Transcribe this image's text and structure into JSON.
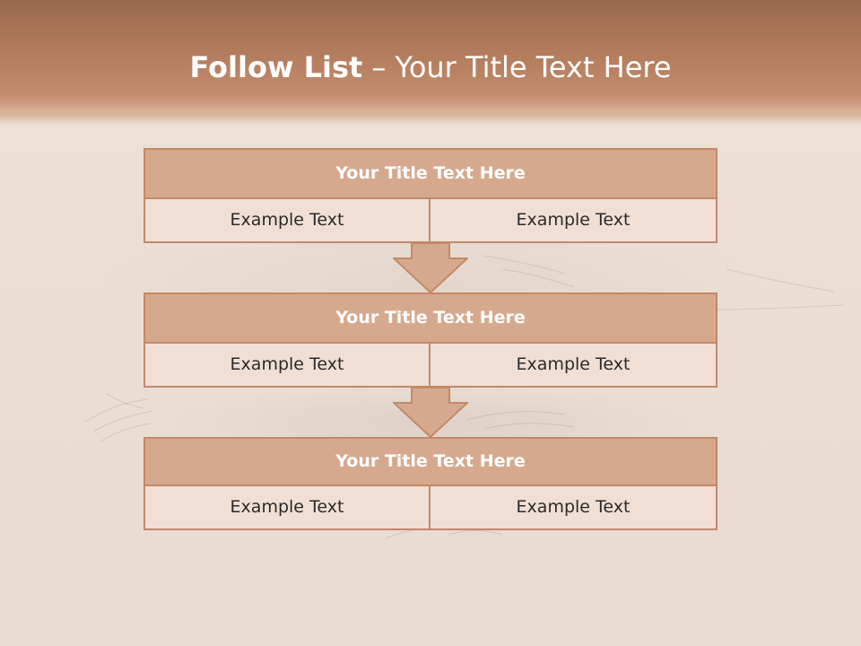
{
  "title": {
    "bold": "Follow List",
    "rest": "– Your Title Text Here"
  },
  "blocks": [
    {
      "title": "Your Title Text Here",
      "left": "Example Text",
      "right": "Example Text"
    },
    {
      "title": "Your Title Text Here",
      "left": "Example Text",
      "right": "Example Text"
    },
    {
      "title": "Your Title Text Here",
      "left": "Example Text",
      "right": "Example Text"
    }
  ],
  "colors": {
    "header": "#b17b5c",
    "block_title_fill": "#d6a98e",
    "cell_fill": "#f1dfd6",
    "border": "#c38968"
  }
}
